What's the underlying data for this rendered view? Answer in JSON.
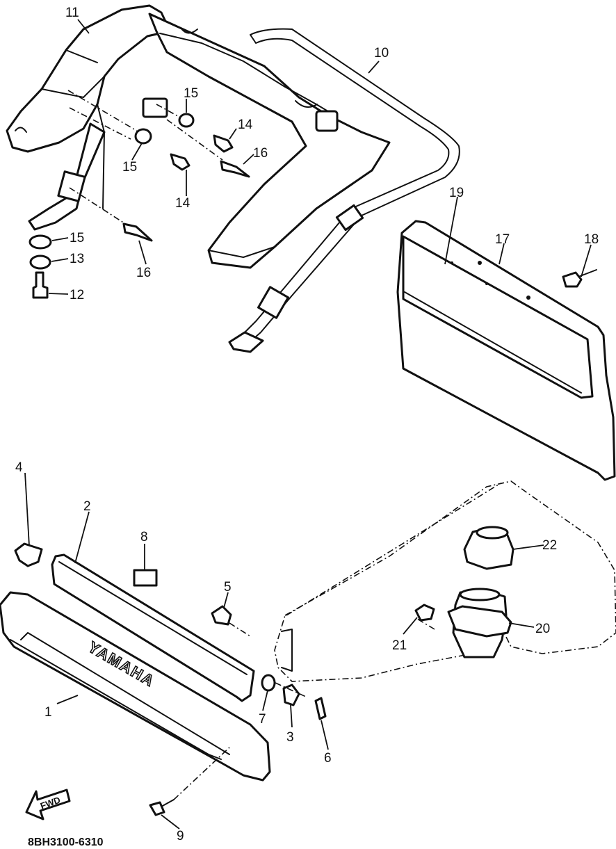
{
  "diagram": {
    "callouts": [
      {
        "id": "c1",
        "text": "1"
      },
      {
        "id": "c2",
        "text": "2"
      },
      {
        "id": "c3",
        "text": "3"
      },
      {
        "id": "c4",
        "text": "4"
      },
      {
        "id": "c5",
        "text": "5"
      },
      {
        "id": "c6",
        "text": "6"
      },
      {
        "id": "c7",
        "text": "7"
      },
      {
        "id": "c8",
        "text": "8"
      },
      {
        "id": "c9",
        "text": "9"
      },
      {
        "id": "c10",
        "text": "10"
      },
      {
        "id": "c11",
        "text": "11"
      },
      {
        "id": "c12",
        "text": "12"
      },
      {
        "id": "c13",
        "text": "13"
      },
      {
        "id": "c14a",
        "text": "14"
      },
      {
        "id": "c14b",
        "text": "14"
      },
      {
        "id": "c15a",
        "text": "15"
      },
      {
        "id": "c15b",
        "text": "15"
      },
      {
        "id": "c15c",
        "text": "15"
      },
      {
        "id": "c16a",
        "text": "16"
      },
      {
        "id": "c16b",
        "text": "16"
      },
      {
        "id": "c17",
        "text": "17"
      },
      {
        "id": "c18",
        "text": "18"
      },
      {
        "id": "c19",
        "text": "19"
      },
      {
        "id": "c20",
        "text": "20"
      },
      {
        "id": "c21",
        "text": "21"
      },
      {
        "id": "c22",
        "text": "22"
      }
    ],
    "emblem": "YAMAHA",
    "fwd_label": "FWD",
    "diagram_code": "8BH3100-6310"
  }
}
